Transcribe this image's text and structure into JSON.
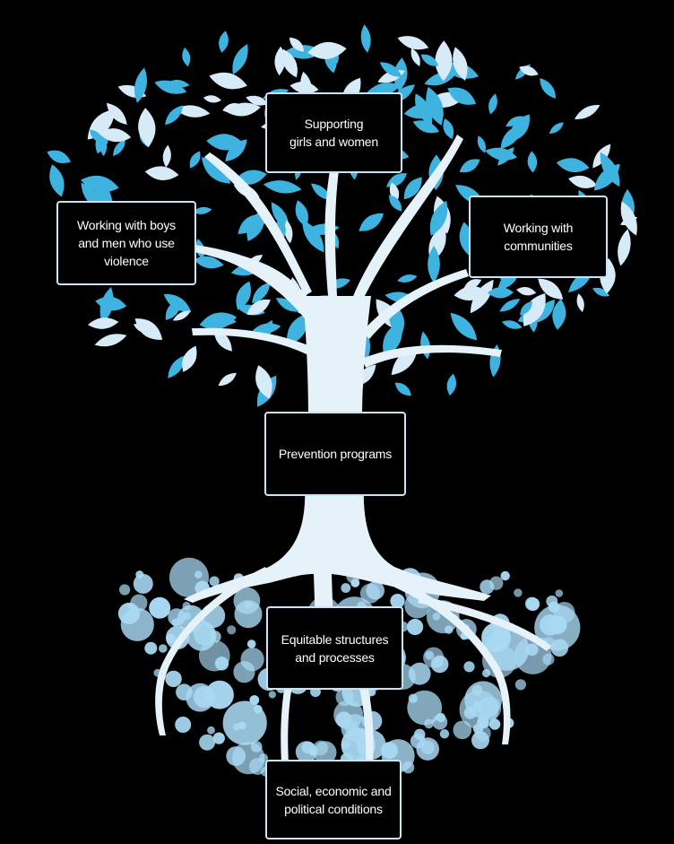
{
  "colors": {
    "background": "#000000",
    "leaf_blue": "#3fb3e0",
    "leaf_light": "#d6ebf7",
    "trunk": "#e6f2fa",
    "root_bubble": "#a9d9f3",
    "box_border": "#c9e4f4",
    "box_text": "#ffffff"
  },
  "diagram": {
    "nodes": [
      {
        "id": "supporting",
        "text": "Supporting\ngirls and women"
      },
      {
        "id": "boys",
        "text": "Working with boys\nand men who use\nviolence"
      },
      {
        "id": "communities",
        "text": "Working with\ncommunities"
      },
      {
        "id": "prevention",
        "text": "Prevention programs"
      },
      {
        "id": "equitable",
        "text": "Equitable structures\nand processes"
      },
      {
        "id": "social",
        "text": "Social, economic and\npolitical conditions"
      }
    ]
  }
}
